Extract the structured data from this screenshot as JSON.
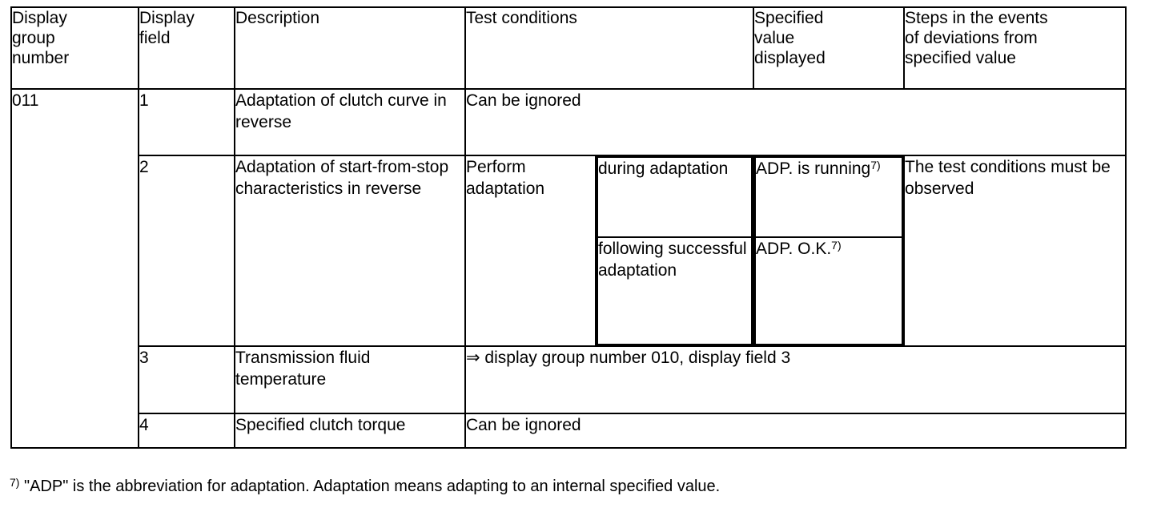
{
  "table": {
    "headers": {
      "display_group_number": "Display\ngroup\nnumber",
      "display_field": "Display\nfield",
      "description": "Description",
      "test_conditions": "Test conditions",
      "specified_value_displayed": "Specified\nvalue\ndisplayed",
      "steps_deviations": "Steps in the events\nof deviations from\nspecified value"
    },
    "group_number": "011",
    "rows": [
      {
        "field": "1",
        "description": "Adaptation of clutch curve in reverse",
        "test_conditions": "Can be ignored",
        "specified_value": "",
        "steps": ""
      },
      {
        "field": "2",
        "description": "Adaptation of start-from-stop characteristics in reverse",
        "test_conditions_action": "Perform adaptation",
        "sub_rows": [
          {
            "condition": "during adaptation",
            "specified_value": "ADP. is running",
            "specified_value_footnote": "7)"
          },
          {
            "condition": "following successful adaptation",
            "specified_value": "ADP. O.K.",
            "specified_value_footnote": "7)"
          }
        ],
        "steps": "The test conditions must be observed"
      },
      {
        "field": "3",
        "description": "Transmission fluid temperature",
        "test_conditions": "⇒ display group number 010, display field 3",
        "specified_value": "",
        "steps": ""
      },
      {
        "field": "4",
        "description": "Specified clutch torque",
        "test_conditions": "Can be ignored",
        "specified_value": "",
        "steps": ""
      }
    ]
  },
  "footnote": {
    "marker": "7)",
    "text": " \"ADP\" is the abbreviation for adaptation. Adaptation means adapting to an internal specified value."
  }
}
